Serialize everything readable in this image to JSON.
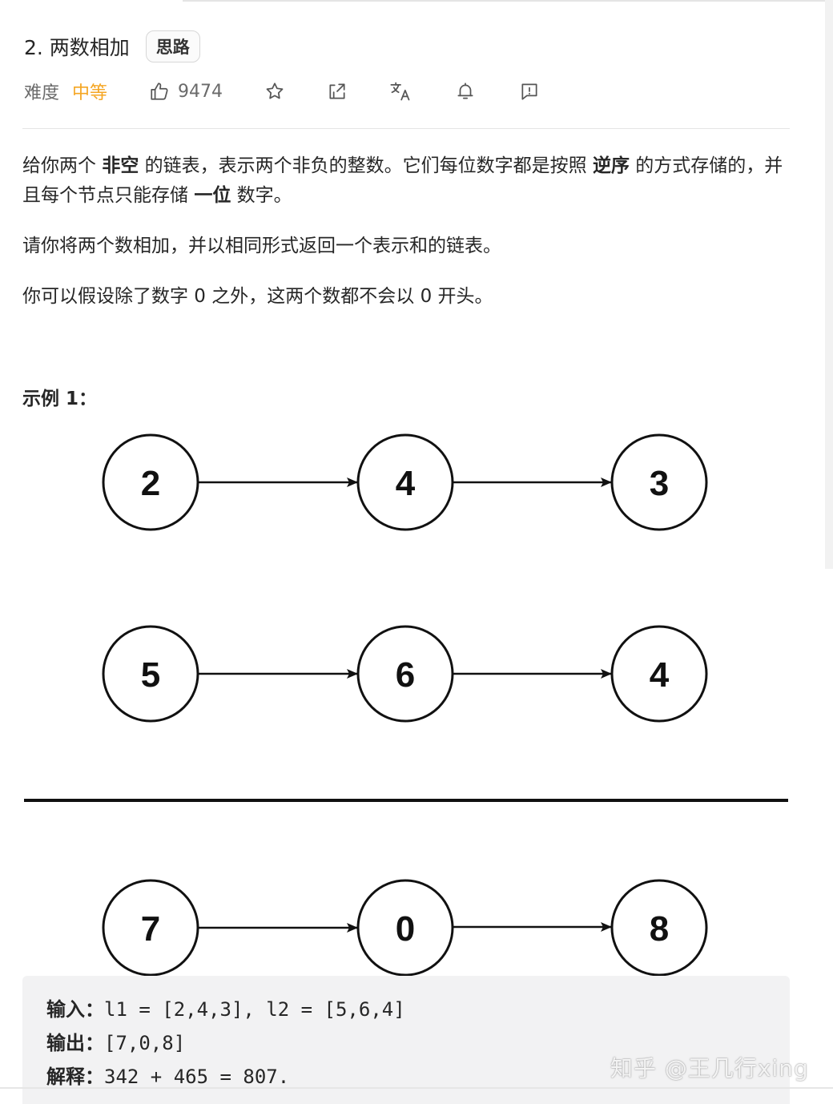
{
  "problem": {
    "title": "2. 两数相加",
    "tag": "思路"
  },
  "meta": {
    "difficulty_label": "难度",
    "difficulty_value": "中等",
    "difficulty_color": "#f5a623",
    "likes": "9474",
    "icons": [
      "thumbs-up-icon",
      "star-icon",
      "share-icon",
      "translate-icon",
      "bell-icon",
      "feedback-icon"
    ]
  },
  "description": {
    "p1": {
      "t1": "给你两个 ",
      "b1": "非空",
      "t2": " 的链表，表示两个非负的整数。它们每位数字都是按照 ",
      "b2": "逆序",
      "t3": " 的方式存储的，并且每个节点只能存储 ",
      "b3": "一位",
      "t4": " 数字。"
    },
    "p2": "请你将两个数相加，并以相同形式返回一个表示和的链表。",
    "p3": "你可以假设除了数字 0 之外，这两个数都不会以 0 开头。"
  },
  "example": {
    "title": "示例 1：",
    "diagram": {
      "list1": [
        "2",
        "4",
        "3"
      ],
      "list2": [
        "5",
        "6",
        "4"
      ],
      "result": [
        "7",
        "0",
        "8"
      ]
    },
    "input_label": "输入：",
    "input_value": "l1 = [2,4,3], l2 = [5,6,4]",
    "output_label": "输出：",
    "output_value": "[7,0,8]",
    "explain_label": "解释：",
    "explain_value": "342 + 465 = 807."
  },
  "watermark": "知乎 @王几行xing"
}
